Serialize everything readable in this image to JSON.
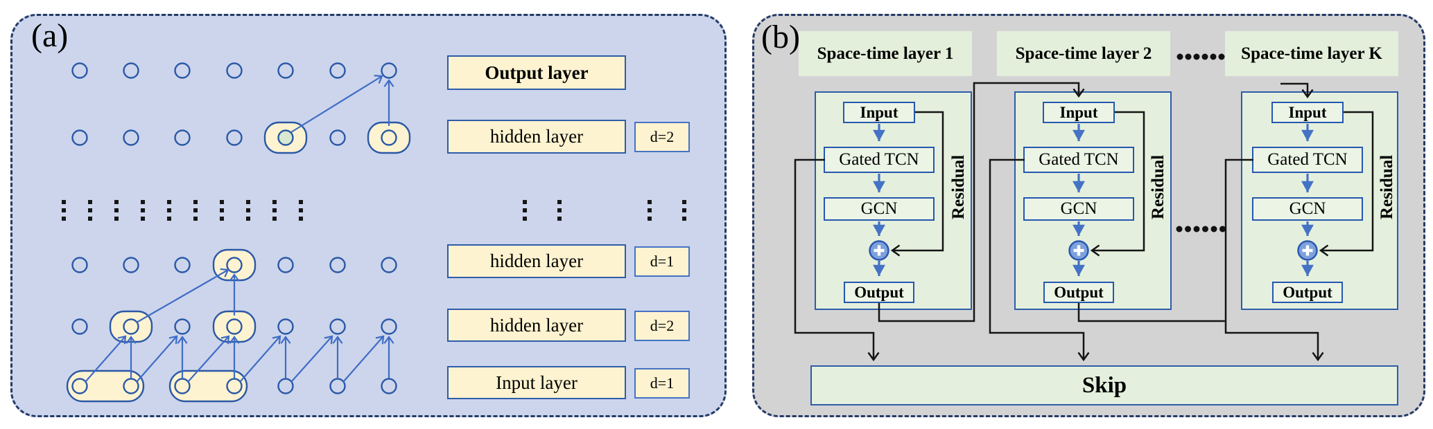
{
  "panel_a": {
    "tag": "(a)",
    "rows": [
      {
        "label": "Output layer",
        "dilation": ""
      },
      {
        "label": "hidden layer",
        "dilation": "d=2"
      },
      {
        "label": "hidden layer",
        "dilation": "d=1"
      },
      {
        "label": "hidden layer",
        "dilation": "d=2"
      },
      {
        "label": "Input layer",
        "dilation": "d=1"
      }
    ]
  },
  "panel_b": {
    "tag": "(b)",
    "headers": [
      "Space-time layer 1",
      "Space-time layer 2",
      "Space-time layer K"
    ],
    "block": {
      "input": "Input",
      "gated_tcn": "Gated TCN",
      "gcn": "GCN",
      "output": "Output",
      "residual": "Residual"
    },
    "skip": "Skip"
  },
  "colors": {
    "panel_a_bg": "#ccd5ec",
    "panel_b_bg": "#d3d3d4",
    "highlight_cream": "#fdf3d0",
    "box_green": "#e4f0dd",
    "blue_border": "#2e5ca8",
    "arrow_blue": "#3f6cc6",
    "line_black": "#141414",
    "green_node": "#d9e8d0"
  }
}
